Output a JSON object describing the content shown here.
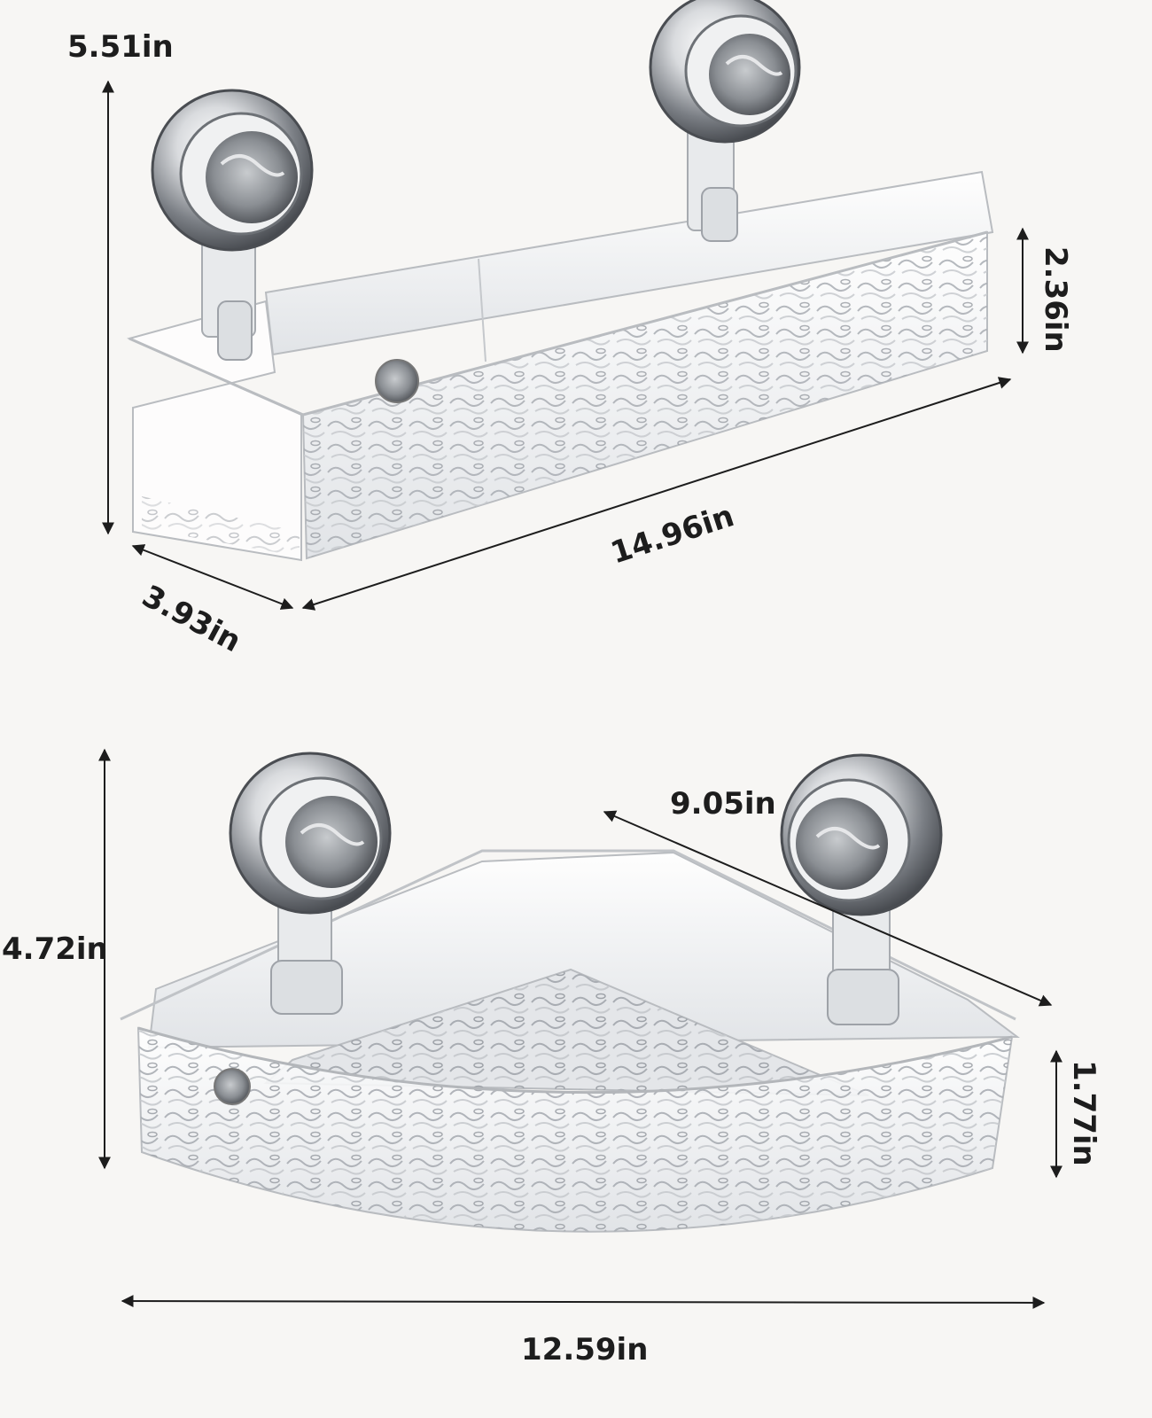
{
  "dimensions": {
    "rect_total_height": "5.51in",
    "rect_basket_height": "2.36in",
    "rect_length": "14.96in",
    "rect_depth": "3.93in",
    "corner_total_height": "4.72in",
    "corner_side": "9.05in",
    "corner_basket_height": "1.77in",
    "corner_width": "12.59in"
  },
  "colors": {
    "background": "#f7f6f4",
    "dimension_line": "#1d1d1d",
    "acrylic_edge": "#b9bcc0",
    "chrome": "#8d9196"
  }
}
